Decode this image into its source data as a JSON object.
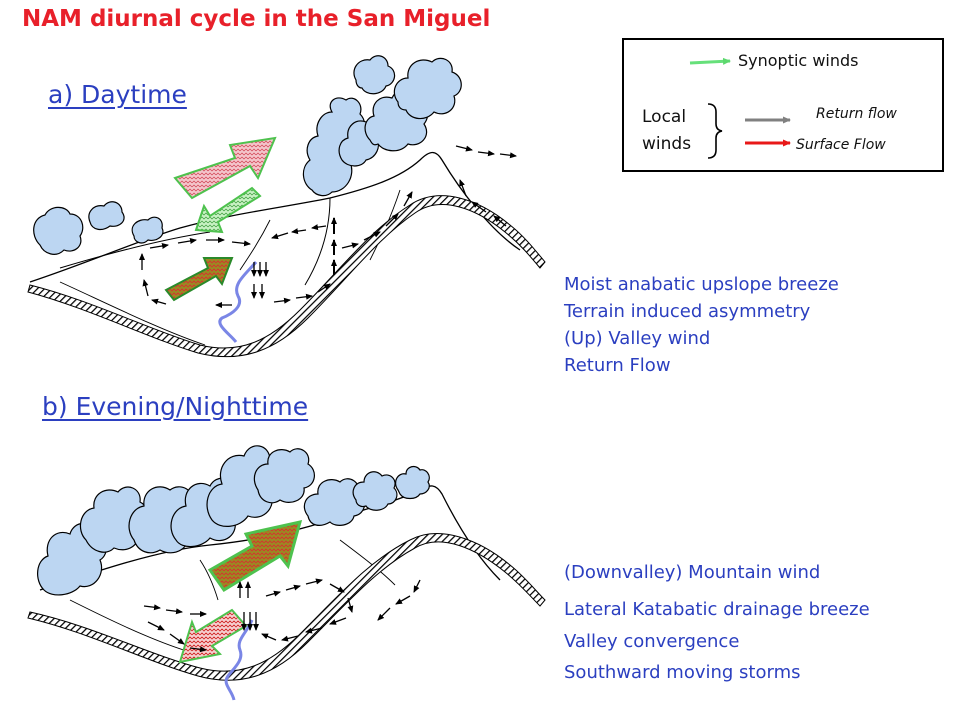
{
  "title": "NAM diurnal cycle in the San Miguel",
  "panel_a": {
    "title": "a) Daytime",
    "descriptions": [
      "Moist anabatic upslope breeze",
      "Terrain induced asymmetry",
      "(Up) Valley wind",
      "Return Flow"
    ]
  },
  "panel_b": {
    "title": "b) Evening/Nighttime",
    "descriptions": [
      "(Downvalley) Mountain wind",
      "Lateral Katabatic drainage breeze",
      "Valley convergence",
      "Southward moving storms"
    ]
  },
  "legend": {
    "synoptic": "Synoptic  winds",
    "local_line1": "Local",
    "local_line2": "winds",
    "return_flow": "Return flow",
    "surface_flow": "Surface Flow"
  },
  "colors": {
    "title": "#e8202a",
    "text_blue": "#2b3fc0",
    "cloud_fill": "#bcd6f2",
    "synoptic_arrow": "#66e07a",
    "return_arrow": "#808080",
    "surface_arrow": "#e81818",
    "river": "#7a86e6"
  }
}
